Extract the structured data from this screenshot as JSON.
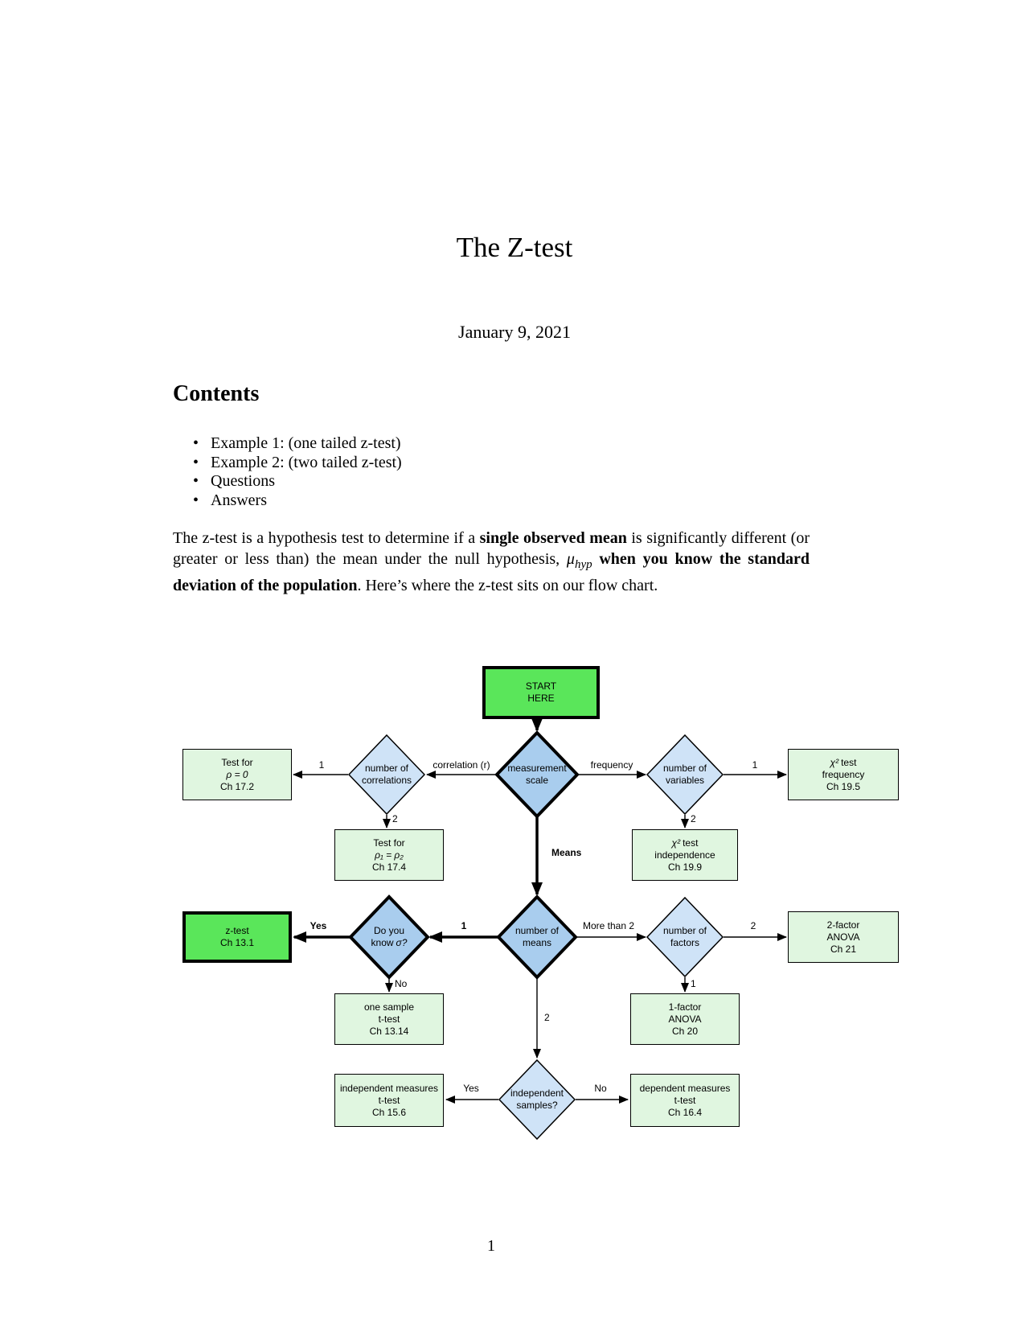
{
  "doc": {
    "title": "The Z-test",
    "date": "January 9, 2021",
    "contents_heading": "Contents",
    "bullet": "•",
    "toc": [
      "Example 1: (one tailed z-test)",
      "Example 2: (two tailed z-test)",
      "Questions",
      "Answers"
    ],
    "para": {
      "p1": "The z-test is a hypothesis test to determine if a ",
      "b1": "single observed mean",
      "p2": " is significantly different (or greater or less than) the mean under the null hypothesis, ",
      "mu": "μ",
      "mu_sub": "hyp",
      "b2": " when you know the standard deviation of the population",
      "p3": ". Here’s where the z-test sits on our flow chart."
    },
    "page_number": "1"
  },
  "flowchart": {
    "colors": {
      "start_green": "#5ae65a",
      "result_green": "#e0f6e0",
      "decision_blue": "#cfe3f7",
      "decision_blue_dark": "#a9cdee",
      "border": "#000000"
    },
    "nodes": {
      "start": {
        "l1": "START",
        "l2": "HERE"
      },
      "scale": {
        "l1": "measurement",
        "l2": "scale"
      },
      "corr": {
        "l1": "number of",
        "l2": "correlations"
      },
      "vars": {
        "l1": "number of",
        "l2": "variables"
      },
      "rho0": {
        "l1": "Test for",
        "l2": "ρ = 0",
        "l3": "Ch 17.2"
      },
      "chi2freq": {
        "chi": "χ²",
        "word": "test",
        "l2": "frequency",
        "l3": "Ch 19.5"
      },
      "rho12": {
        "l1": "Test for",
        "l2": "ρ₁ = ρ₂",
        "l3": "Ch 17.4"
      },
      "chi2indep": {
        "chi": "χ²",
        "word": "test",
        "l2": "independence",
        "l3": "Ch 19.9"
      },
      "sigma": {
        "l1": "Do you",
        "know": "know",
        "sig": "σ?"
      },
      "means": {
        "l1": "number of",
        "l2": "means"
      },
      "ztest": {
        "l1": "z-test",
        "l2": "Ch 13.1"
      },
      "factors": {
        "l1": "number of",
        "l2": "factors"
      },
      "anova2": {
        "l1": "2-factor",
        "l2": "ANOVA",
        "l3": "Ch 21"
      },
      "onesample": {
        "l1": "one sample",
        "l2": "t-test",
        "l3": "Ch 13.14"
      },
      "anova1": {
        "l1": "1-factor",
        "l2": "ANOVA",
        "l3": "Ch 20"
      },
      "indepsamples": {
        "l1": "independent",
        "l2": "samples?"
      },
      "indepm": {
        "l1": "independent measures",
        "l2": "t-test",
        "l3": "Ch 15.6"
      },
      "depm": {
        "l1": "dependent measures",
        "l2": "t-test",
        "l3": "Ch 16.4"
      }
    },
    "edge_labels": {
      "corr_1": "1",
      "correlation_r": "correlation (r)",
      "frequency": "frequency",
      "freq_1": "1",
      "corr_2": "2",
      "vars_2": "2",
      "means": "Means",
      "means_1": "1",
      "yes_sigma": "Yes",
      "no_sigma": "No",
      "more_than_2": "More than 2",
      "factors_2": "2",
      "factors_1": "1",
      "means_2": "2",
      "yes_indep": "Yes",
      "no_indep": "No"
    }
  }
}
